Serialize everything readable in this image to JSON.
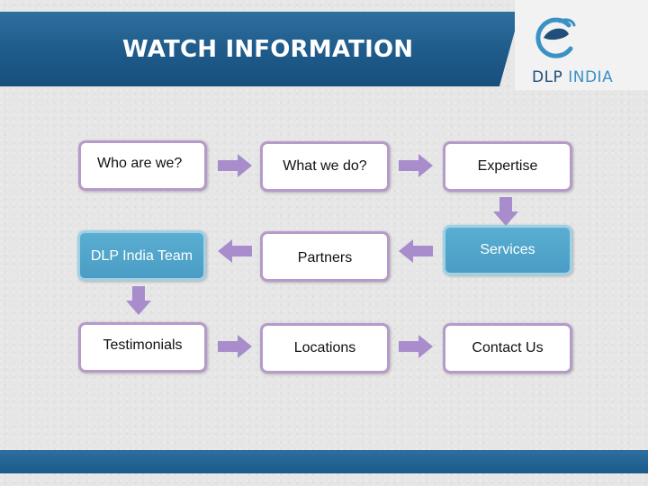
{
  "header": {
    "title": "WATCH INFORMATION"
  },
  "logo": {
    "dlp": "DLP",
    "india": "INDIA",
    "icon": "e-logo-icon"
  },
  "colors": {
    "header_blue": "#1f5c8c",
    "box_border": "#b69ac9",
    "highlight_blue": "#4fa3c9",
    "arrow_purple": "#a98ccb"
  },
  "boxes": {
    "who_are_we": "Who are we?",
    "what_we_do": "What we do?",
    "expertise": "Expertise",
    "dlp_india_team": "DLP India Team",
    "partners": "Partners",
    "services": "Services",
    "testimonials": "Testimonials",
    "locations": "Locations",
    "contact_us": "Contact Us"
  }
}
